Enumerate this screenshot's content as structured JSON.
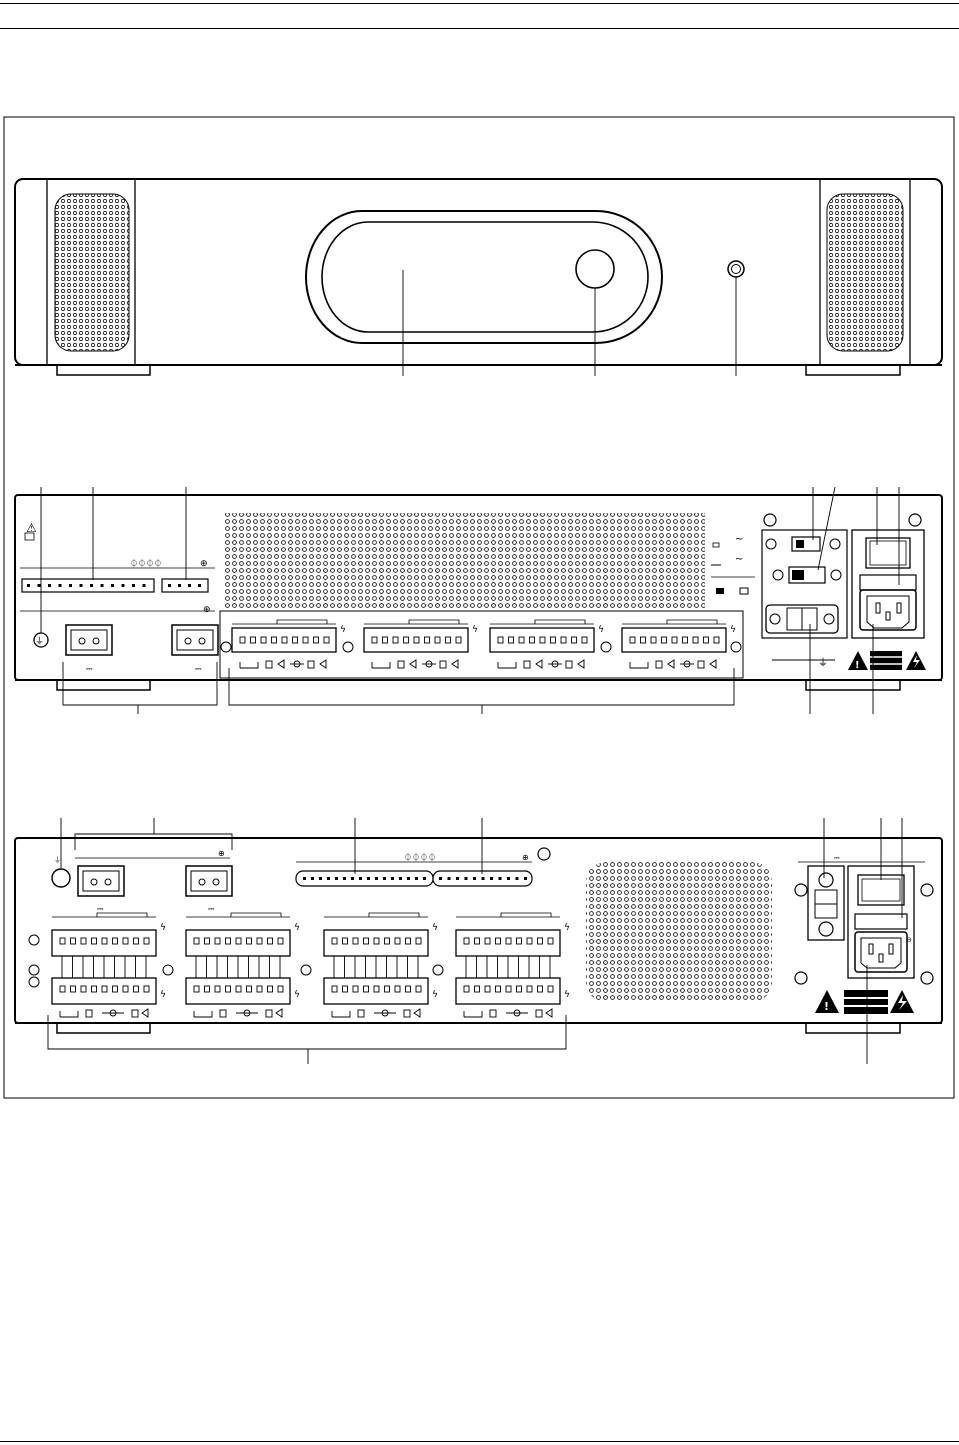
{
  "page": {
    "rule_color": "#000000",
    "panel_color": "#ffffff",
    "vent_color": "#000000"
  },
  "front_view": {
    "display_window": {
      "icon": "display-window"
    },
    "selector_knob": {
      "icon": "rotary-knob"
    },
    "indicator": {
      "icon": "led-indicator"
    }
  },
  "rear_view_1": {
    "warning_symbol": "⚠",
    "input_arrow": "⊕",
    "ac_symbol": "~",
    "dc_symbol": "⎓",
    "ground_symbol": "⏚",
    "lightning": "ϟ",
    "hazard_icons": [
      "warning-triangle-icon",
      "lightning-triangle-icon"
    ],
    "amplifier_connectors": 4
  },
  "rear_view_2": {
    "dc_symbol": "⎓",
    "lightning": "ϟ",
    "amplifier_connector_pairs": 4
  }
}
